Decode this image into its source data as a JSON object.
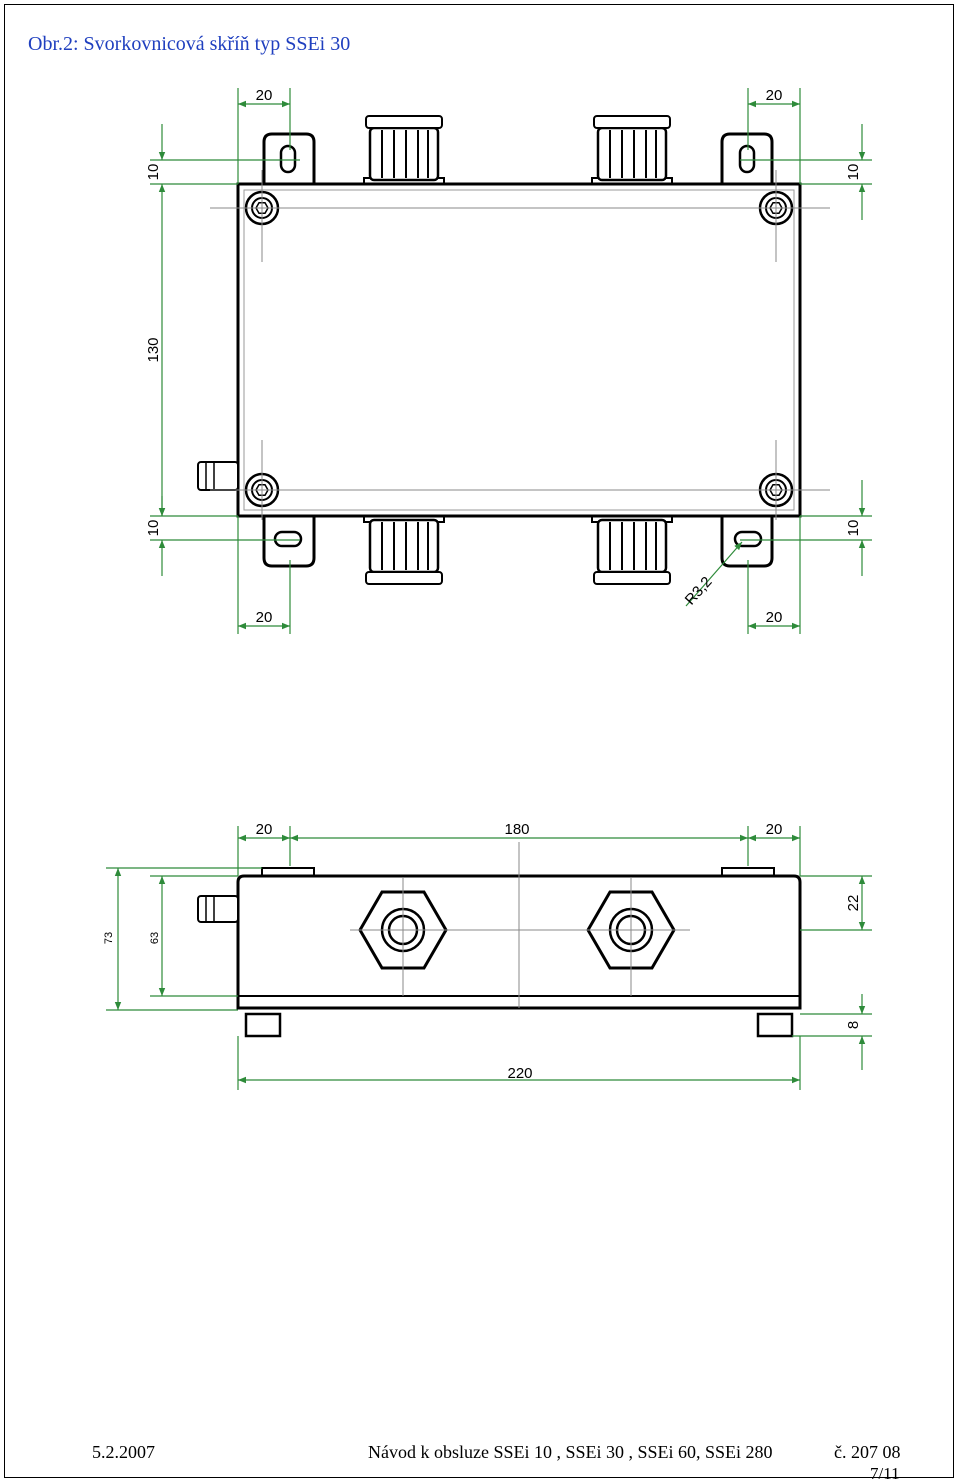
{
  "title": "Obr.2: Svorkovnicová skříň typ SSEi 30",
  "dims_top": {
    "top_left": "20",
    "top_right": "20",
    "left_upper": "10",
    "left_height": "130",
    "left_lower": "10",
    "right_upper": "10",
    "right_lower": "10",
    "bottom_left": "20",
    "bottom_right": "20",
    "radius": "R3,2"
  },
  "dims_side": {
    "top_left": "20",
    "top_mid": "180",
    "top_right": "20",
    "left_outer": "73",
    "left_inner": "63",
    "right_upper": "22",
    "right_lower": "8",
    "bottom": "220"
  },
  "footer": {
    "date": "5.2.2007",
    "doc_title": "Návod k obsluze  SSEi 10 , SSEi 30 , SSEi 60, SSEi 280",
    "doc_number": "č. 207 08",
    "page": "7/11"
  },
  "colors": {
    "title": "#1f3fbf",
    "dimension": "#2e8b3a",
    "line": "#000000"
  }
}
